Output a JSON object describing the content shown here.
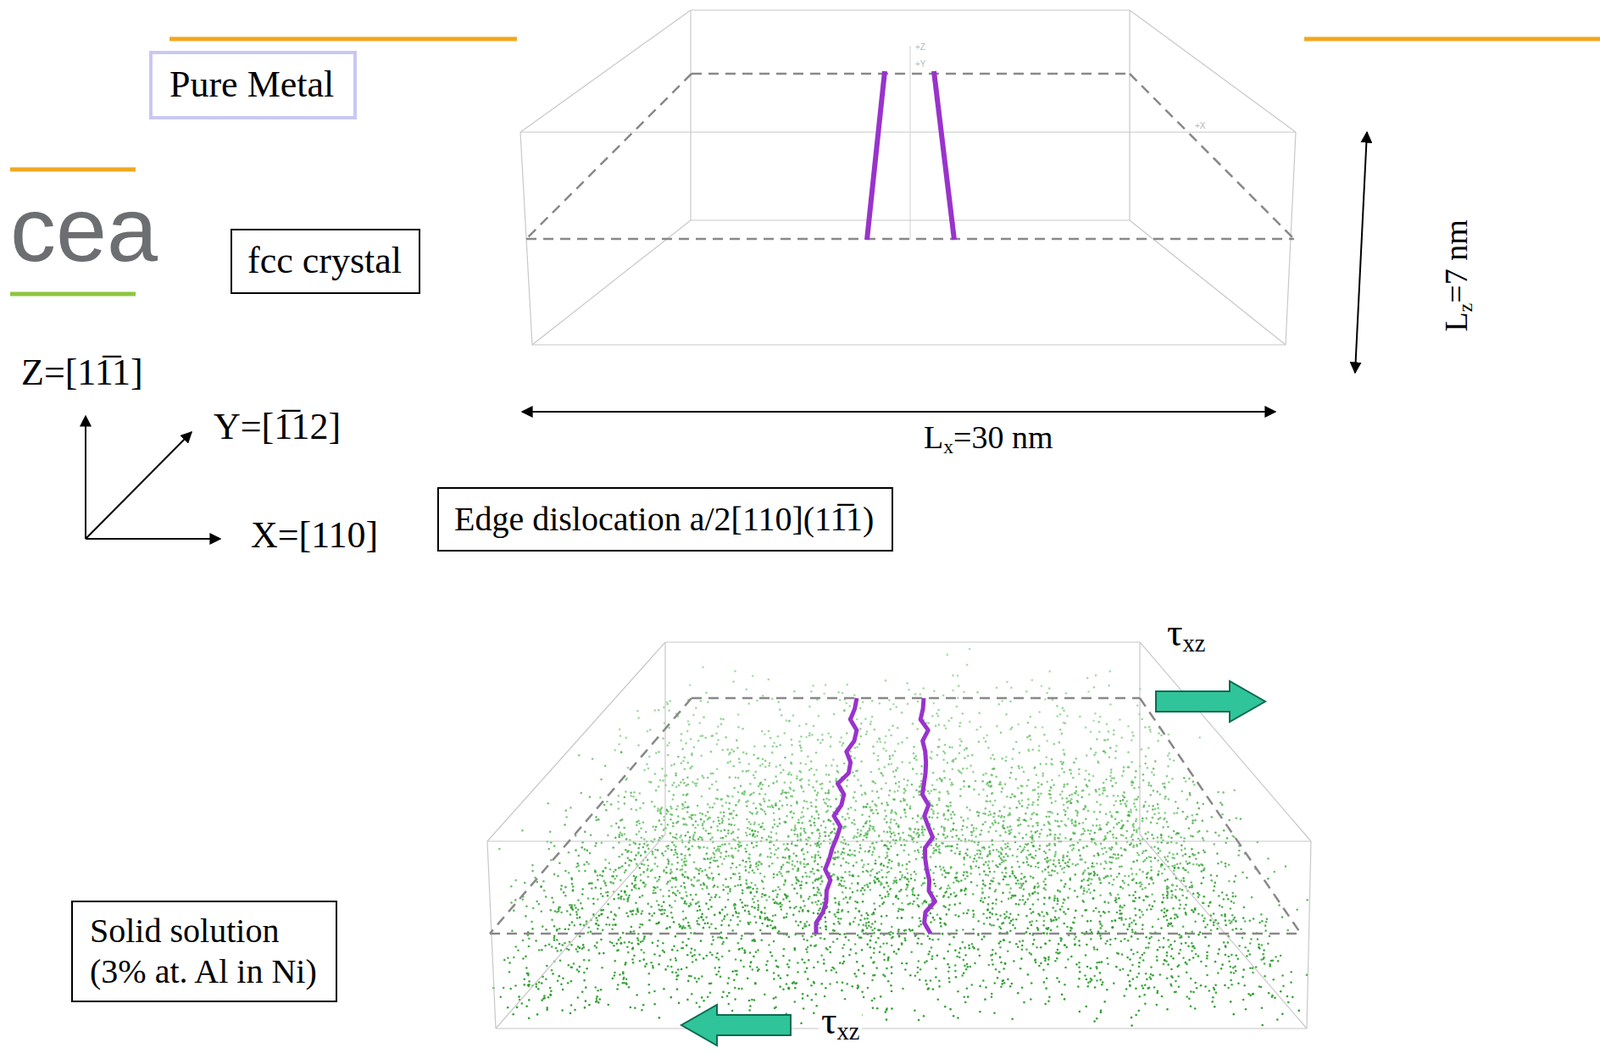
{
  "diagram": {
    "nodes": [
      {
        "text": [
          "Pure Metal"
        ]
      },
      {
        "text": [
          "fcc crystal"
        ]
      },
      {
        "text": [
          "Edge dislocation a/2[110](11̅1)"
        ]
      },
      {
        "text": [
          "Solid solution (3% at. Al in Ni)"
        ]
      }
    ],
    "labels": [
      "cea",
      "Z=[11̅1]",
      "Y=[1̅12]",
      "X=[110]",
      "Lx=30 nm",
      "Lz=7 nm",
      "τxz",
      "τxz",
      "+Z",
      "+Y",
      "+X"
    ]
  }
}
